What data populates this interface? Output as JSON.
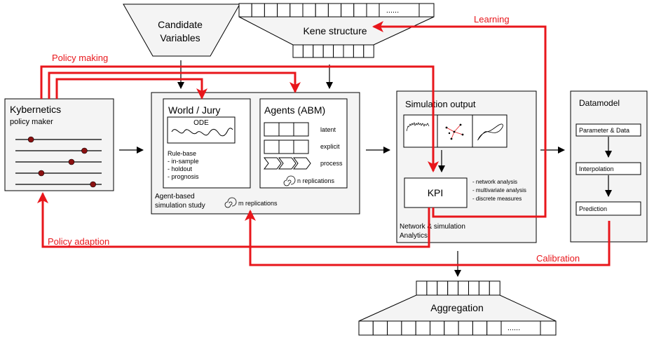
{
  "candidate": {
    "title_line1": "Candidate",
    "title_line2": "Variables"
  },
  "kene": {
    "title": "Kene structure",
    "ellipsis": "......"
  },
  "labels": {
    "learning": "Learning",
    "policy_making": "Policy making",
    "policy_adaption": "Policy adaption",
    "calibration": "Calibration"
  },
  "kybernetics": {
    "title": "Kybernetics",
    "subtitle": "policy maker",
    "slider_levels": [
      0.18,
      0.8,
      0.65,
      0.3,
      0.9
    ]
  },
  "world_jury": {
    "title": "World / Jury",
    "ode": "ODE",
    "rule_base": [
      "Rule-base",
      "- in-sample",
      "- holdout",
      "- prognosis"
    ]
  },
  "agents": {
    "title": "Agents (ABM)",
    "rows": [
      "latent",
      "explicit",
      "process"
    ],
    "replications": "n replications"
  },
  "study": {
    "line1": "Agent-based",
    "line2": "simulation study",
    "replications": "m replications"
  },
  "simulation": {
    "title": "Simulation output",
    "kpi": "KPI",
    "analyses": [
      "- network analysis",
      "- multivariate analysis",
      "- discrete measures"
    ],
    "footer1": "Network & simulation",
    "footer2": "Analytics"
  },
  "datamodel": {
    "title": "Datamodel",
    "steps": [
      "Parameter & Data",
      "Interpolation",
      "Prediction"
    ]
  },
  "aggregation": {
    "title": "Aggregation",
    "ellipsis": "......"
  },
  "colors": {
    "accent": "#e8161b",
    "slider_knob": "#8b1111",
    "panel_bg": "#f4f4f4",
    "line": "#000000"
  }
}
